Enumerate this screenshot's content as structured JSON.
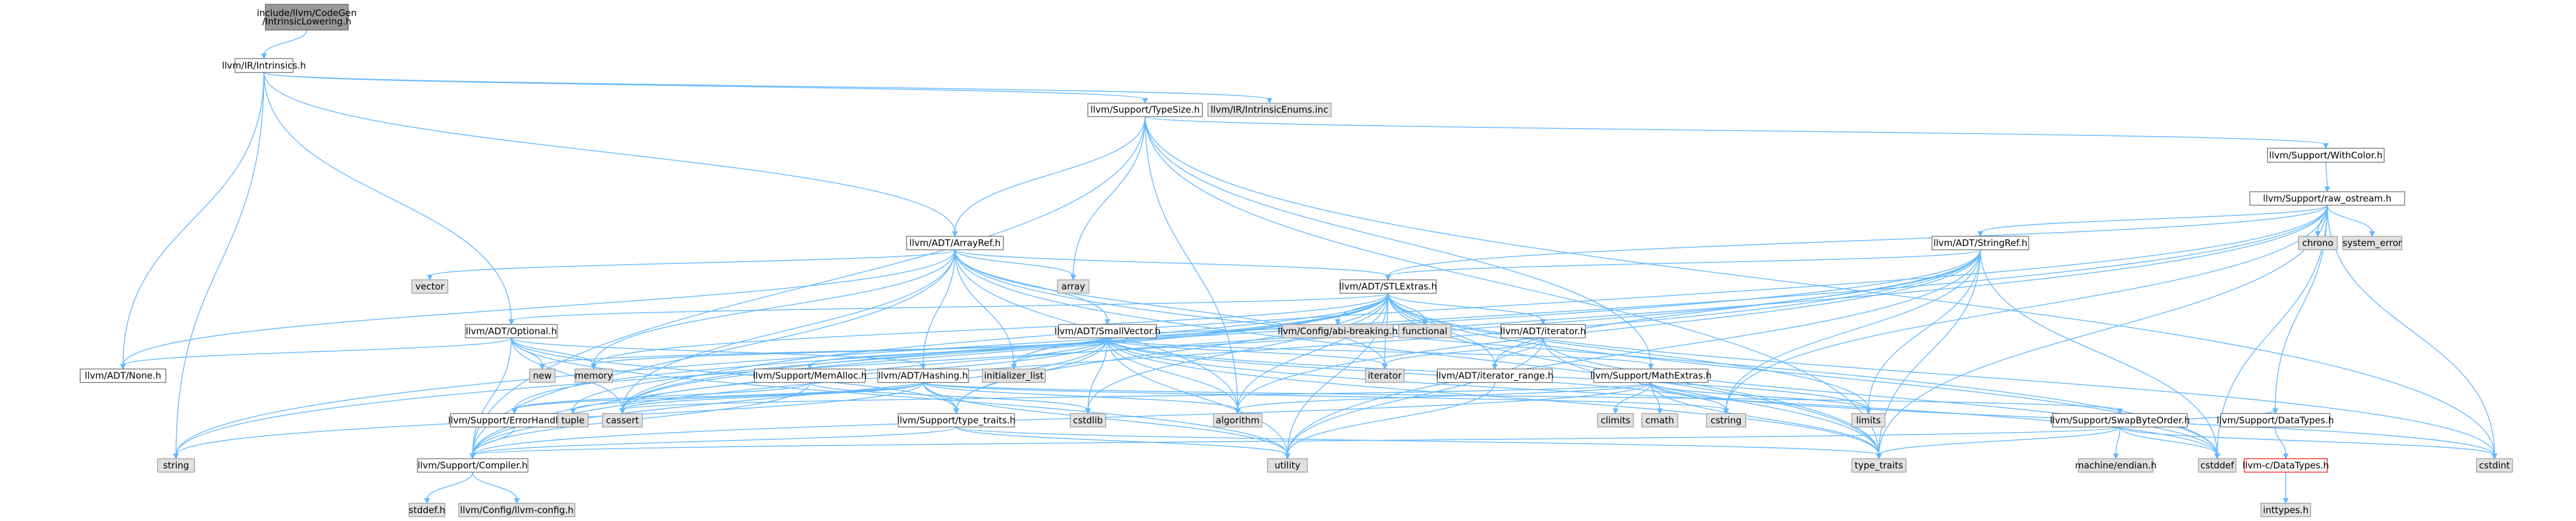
{
  "colors": {
    "root_fill": "#999999",
    "file_fill": "#ffffff",
    "file_border": "#666666",
    "system_fill": "#e0e0e0",
    "system_border": "#999999",
    "missing_fill": "#ffffff",
    "missing_border": "#ff0000",
    "edge": "#63b8ff"
  },
  "nodes": [
    {
      "id": "root",
      "lines": [
        "include/llvm/CodeGen",
        "/IntrinsicLowering.h"
      ],
      "kind": "root"
    },
    {
      "id": "intrinsics",
      "lines": [
        "llvm/IR/Intrinsics.h"
      ],
      "kind": "file"
    },
    {
      "id": "typesize",
      "lines": [
        "llvm/Support/TypeSize.h"
      ],
      "kind": "file"
    },
    {
      "id": "enums",
      "lines": [
        "llvm/IR/IntrinsicEnums.inc"
      ],
      "kind": "system"
    },
    {
      "id": "withcolor",
      "lines": [
        "llvm/Support/WithColor.h"
      ],
      "kind": "file"
    },
    {
      "id": "rawostream",
      "lines": [
        "llvm/Support/raw_ostream.h"
      ],
      "kind": "file"
    },
    {
      "id": "arrayref",
      "lines": [
        "llvm/ADT/ArrayRef.h"
      ],
      "kind": "file"
    },
    {
      "id": "stringref",
      "lines": [
        "llvm/ADT/StringRef.h"
      ],
      "kind": "file"
    },
    {
      "id": "chrono",
      "lines": [
        "chrono"
      ],
      "kind": "system"
    },
    {
      "id": "system_error",
      "lines": [
        "system_error"
      ],
      "kind": "system"
    },
    {
      "id": "vector",
      "lines": [
        "vector"
      ],
      "kind": "system"
    },
    {
      "id": "array",
      "lines": [
        "array"
      ],
      "kind": "system"
    },
    {
      "id": "stlextras",
      "lines": [
        "llvm/ADT/STLExtras.h"
      ],
      "kind": "file"
    },
    {
      "id": "optional",
      "lines": [
        "llvm/ADT/Optional.h"
      ],
      "kind": "file"
    },
    {
      "id": "abibreaking",
      "lines": [
        "llvm/Config/abi-breaking.h"
      ],
      "kind": "system"
    },
    {
      "id": "functional",
      "lines": [
        "functional"
      ],
      "kind": "system"
    },
    {
      "id": "iteratorh",
      "lines": [
        "llvm/ADT/iterator.h"
      ],
      "kind": "file"
    },
    {
      "id": "smallvector",
      "lines": [
        "llvm/ADT/SmallVector.h"
      ],
      "kind": "file"
    },
    {
      "id": "none",
      "lines": [
        "llvm/ADT/None.h"
      ],
      "kind": "file"
    },
    {
      "id": "new",
      "lines": [
        "new"
      ],
      "kind": "system"
    },
    {
      "id": "memory",
      "lines": [
        "memory"
      ],
      "kind": "system"
    },
    {
      "id": "memalloc",
      "lines": [
        "llvm/Support/MemAlloc.h"
      ],
      "kind": "file"
    },
    {
      "id": "hashing",
      "lines": [
        "llvm/ADT/Hashing.h"
      ],
      "kind": "file"
    },
    {
      "id": "initlist",
      "lines": [
        "initializer_list"
      ],
      "kind": "system"
    },
    {
      "id": "iterator",
      "lines": [
        "iterator"
      ],
      "kind": "system"
    },
    {
      "id": "iterrange",
      "lines": [
        "llvm/ADT/iterator_range.h"
      ],
      "kind": "file"
    },
    {
      "id": "mathextras",
      "lines": [
        "llvm/Support/MathExtras.h"
      ],
      "kind": "file"
    },
    {
      "id": "errorhandling",
      "lines": [
        "llvm/Support/ErrorHandling.h"
      ],
      "kind": "file"
    },
    {
      "id": "tuple",
      "lines": [
        "tuple"
      ],
      "kind": "system"
    },
    {
      "id": "cassert",
      "lines": [
        "cassert"
      ],
      "kind": "system"
    },
    {
      "id": "typetraitsh",
      "lines": [
        "llvm/Support/type_traits.h"
      ],
      "kind": "file"
    },
    {
      "id": "cstdlib",
      "lines": [
        "cstdlib"
      ],
      "kind": "system"
    },
    {
      "id": "algorithm",
      "lines": [
        "algorithm"
      ],
      "kind": "system"
    },
    {
      "id": "climits",
      "lines": [
        "climits"
      ],
      "kind": "system"
    },
    {
      "id": "cmath",
      "lines": [
        "cmath"
      ],
      "kind": "system"
    },
    {
      "id": "cstring",
      "lines": [
        "cstring"
      ],
      "kind": "system"
    },
    {
      "id": "limits",
      "lines": [
        "limits"
      ],
      "kind": "system"
    },
    {
      "id": "swapbyteorder",
      "lines": [
        "llvm/Support/SwapByteOrder.h"
      ],
      "kind": "file"
    },
    {
      "id": "datatypes",
      "lines": [
        "llvm/Support/DataTypes.h"
      ],
      "kind": "file"
    },
    {
      "id": "string",
      "lines": [
        "string"
      ],
      "kind": "system"
    },
    {
      "id": "compiler",
      "lines": [
        "llvm/Support/Compiler.h"
      ],
      "kind": "file"
    },
    {
      "id": "utility",
      "lines": [
        "utility"
      ],
      "kind": "system"
    },
    {
      "id": "type_traits",
      "lines": [
        "type_traits"
      ],
      "kind": "system"
    },
    {
      "id": "machineendian",
      "lines": [
        "machine/endian.h"
      ],
      "kind": "system"
    },
    {
      "id": "cstddef",
      "lines": [
        "cstddef"
      ],
      "kind": "system"
    },
    {
      "id": "cstdint",
      "lines": [
        "cstdint"
      ],
      "kind": "system"
    },
    {
      "id": "llvmcdatatypes",
      "lines": [
        "llvm-c/DataTypes.h"
      ],
      "kind": "missing"
    },
    {
      "id": "stddef",
      "lines": [
        "stddef.h"
      ],
      "kind": "system"
    },
    {
      "id": "llvmconfig",
      "lines": [
        "llvm/Config/llvm-config.h"
      ],
      "kind": "system"
    },
    {
      "id": "inttypes",
      "lines": [
        "inttypes.h"
      ],
      "kind": "system"
    }
  ],
  "edges": [
    [
      "root",
      "intrinsics"
    ],
    [
      "intrinsics",
      "typesize"
    ],
    [
      "intrinsics",
      "enums"
    ],
    [
      "intrinsics",
      "arrayref"
    ],
    [
      "intrinsics",
      "optional"
    ],
    [
      "intrinsics",
      "none"
    ],
    [
      "intrinsics",
      "string"
    ],
    [
      "typesize",
      "withcolor"
    ],
    [
      "typesize",
      "arrayref"
    ],
    [
      "typesize",
      "array"
    ],
    [
      "typesize",
      "mathextras"
    ],
    [
      "typesize",
      "algorithm"
    ],
    [
      "typesize",
      "cstdint"
    ],
    [
      "typesize",
      "type_traits"
    ],
    [
      "typesize",
      "compiler"
    ],
    [
      "withcolor",
      "rawostream"
    ],
    [
      "rawostream",
      "stringref"
    ],
    [
      "rawostream",
      "chrono"
    ],
    [
      "rawostream",
      "system_error"
    ],
    [
      "rawostream",
      "datatypes"
    ],
    [
      "rawostream",
      "cassert"
    ],
    [
      "rawostream",
      "cstddef"
    ],
    [
      "rawostream",
      "cstdint"
    ],
    [
      "rawostream",
      "string"
    ],
    [
      "rawostream",
      "type_traits"
    ],
    [
      "rawostream",
      "compiler"
    ],
    [
      "rawostream",
      "cstring"
    ],
    [
      "rawostream",
      "stlextras"
    ],
    [
      "arrayref",
      "vector"
    ],
    [
      "arrayref",
      "array"
    ],
    [
      "arrayref",
      "stlextras"
    ],
    [
      "arrayref",
      "hashing"
    ],
    [
      "arrayref",
      "smallvector"
    ],
    [
      "arrayref",
      "none"
    ],
    [
      "arrayref",
      "compiler"
    ],
    [
      "arrayref",
      "algorithm"
    ],
    [
      "arrayref",
      "cassert"
    ],
    [
      "arrayref",
      "cstddef"
    ],
    [
      "arrayref",
      "initlist"
    ],
    [
      "arrayref",
      "iterator"
    ],
    [
      "arrayref",
      "memory"
    ],
    [
      "arrayref",
      "type_traits"
    ],
    [
      "stringref",
      "stlextras"
    ],
    [
      "stringref",
      "iterrange"
    ],
    [
      "stringref",
      "compiler"
    ],
    [
      "stringref",
      "algorithm"
    ],
    [
      "stringref",
      "cassert"
    ],
    [
      "stringref",
      "cstddef"
    ],
    [
      "stringref",
      "cstring"
    ],
    [
      "stringref",
      "limits"
    ],
    [
      "stringref",
      "string"
    ],
    [
      "stringref",
      "type_traits"
    ],
    [
      "stringref",
      "utility"
    ],
    [
      "stlextras",
      "abibreaking"
    ],
    [
      "stlextras",
      "functional"
    ],
    [
      "stlextras",
      "iteratorh"
    ],
    [
      "stlextras",
      "optional"
    ],
    [
      "stlextras",
      "iterrange"
    ],
    [
      "stlextras",
      "errorhandling"
    ],
    [
      "stlextras",
      "algorithm"
    ],
    [
      "stlextras",
      "cassert"
    ],
    [
      "stlextras",
      "cstddef"
    ],
    [
      "stlextras",
      "cstdint"
    ],
    [
      "stlextras",
      "cstdlib"
    ],
    [
      "stlextras",
      "initlist"
    ],
    [
      "stlextras",
      "iterator"
    ],
    [
      "stlextras",
      "limits"
    ],
    [
      "stlextras",
      "memory"
    ],
    [
      "stlextras",
      "tuple"
    ],
    [
      "stlextras",
      "type_traits"
    ],
    [
      "stlextras",
      "utility"
    ],
    [
      "stlextras",
      "typetraitsh"
    ],
    [
      "optional",
      "none"
    ],
    [
      "optional",
      "compiler"
    ],
    [
      "optional",
      "typetraitsh"
    ],
    [
      "optional",
      "cassert"
    ],
    [
      "optional",
      "memory"
    ],
    [
      "optional",
      "new"
    ],
    [
      "optional",
      "utility"
    ],
    [
      "optional",
      "hashing"
    ],
    [
      "iteratorh",
      "iterrange"
    ],
    [
      "iteratorh",
      "cstddef"
    ],
    [
      "iteratorh",
      "iterator"
    ],
    [
      "iteratorh",
      "type_traits"
    ],
    [
      "iteratorh",
      "utility"
    ],
    [
      "smallvector",
      "compiler"
    ],
    [
      "smallvector",
      "memalloc"
    ],
    [
      "smallvector",
      "typetraitsh"
    ],
    [
      "smallvector",
      "algorithm"
    ],
    [
      "smallvector",
      "cassert"
    ],
    [
      "smallvector",
      "cstddef"
    ],
    [
      "smallvector",
      "cstdlib"
    ],
    [
      "smallvector",
      "cstring"
    ],
    [
      "smallvector",
      "functional"
    ],
    [
      "smallvector",
      "initlist"
    ],
    [
      "smallvector",
      "iterator"
    ],
    [
      "smallvector",
      "limits"
    ],
    [
      "smallvector",
      "memory"
    ],
    [
      "smallvector",
      "new"
    ],
    [
      "smallvector",
      "type_traits"
    ],
    [
      "smallvector",
      "utility"
    ],
    [
      "smallvector",
      "mathextras"
    ],
    [
      "memalloc",
      "compiler"
    ],
    [
      "memalloc",
      "errorhandling"
    ],
    [
      "memalloc",
      "cstdlib"
    ],
    [
      "hashing",
      "errorhandling"
    ],
    [
      "hashing",
      "swapbyteorder"
    ],
    [
      "hashing",
      "typetraitsh"
    ],
    [
      "hashing",
      "algorithm"
    ],
    [
      "hashing",
      "cassert"
    ],
    [
      "hashing",
      "cstring"
    ],
    [
      "hashing",
      "string"
    ],
    [
      "hashing",
      "tuple"
    ],
    [
      "hashing",
      "utility"
    ],
    [
      "iterrange",
      "utility"
    ],
    [
      "mathextras",
      "compiler"
    ],
    [
      "mathextras",
      "algorithm"
    ],
    [
      "mathextras",
      "cassert"
    ],
    [
      "mathextras",
      "climits"
    ],
    [
      "mathextras",
      "cmath"
    ],
    [
      "mathextras",
      "cstdint"
    ],
    [
      "mathextras",
      "cstring"
    ],
    [
      "mathextras",
      "limits"
    ],
    [
      "mathextras",
      "type_traits"
    ],
    [
      "errorhandling",
      "compiler"
    ],
    [
      "typetraitsh",
      "compiler"
    ],
    [
      "typetraitsh",
      "type_traits"
    ],
    [
      "typetraitsh",
      "utility"
    ],
    [
      "swapbyteorder",
      "compiler"
    ],
    [
      "swapbyteorder",
      "datatypes"
    ],
    [
      "swapbyteorder",
      "cstddef"
    ],
    [
      "swapbyteorder",
      "cstdint"
    ],
    [
      "swapbyteorder",
      "type_traits"
    ],
    [
      "swapbyteorder",
      "machineendian"
    ],
    [
      "datatypes",
      "llvmcdatatypes"
    ],
    [
      "llvmcdatatypes",
      "inttypes"
    ],
    [
      "compiler",
      "llvmconfig"
    ],
    [
      "compiler",
      "stddef"
    ]
  ]
}
